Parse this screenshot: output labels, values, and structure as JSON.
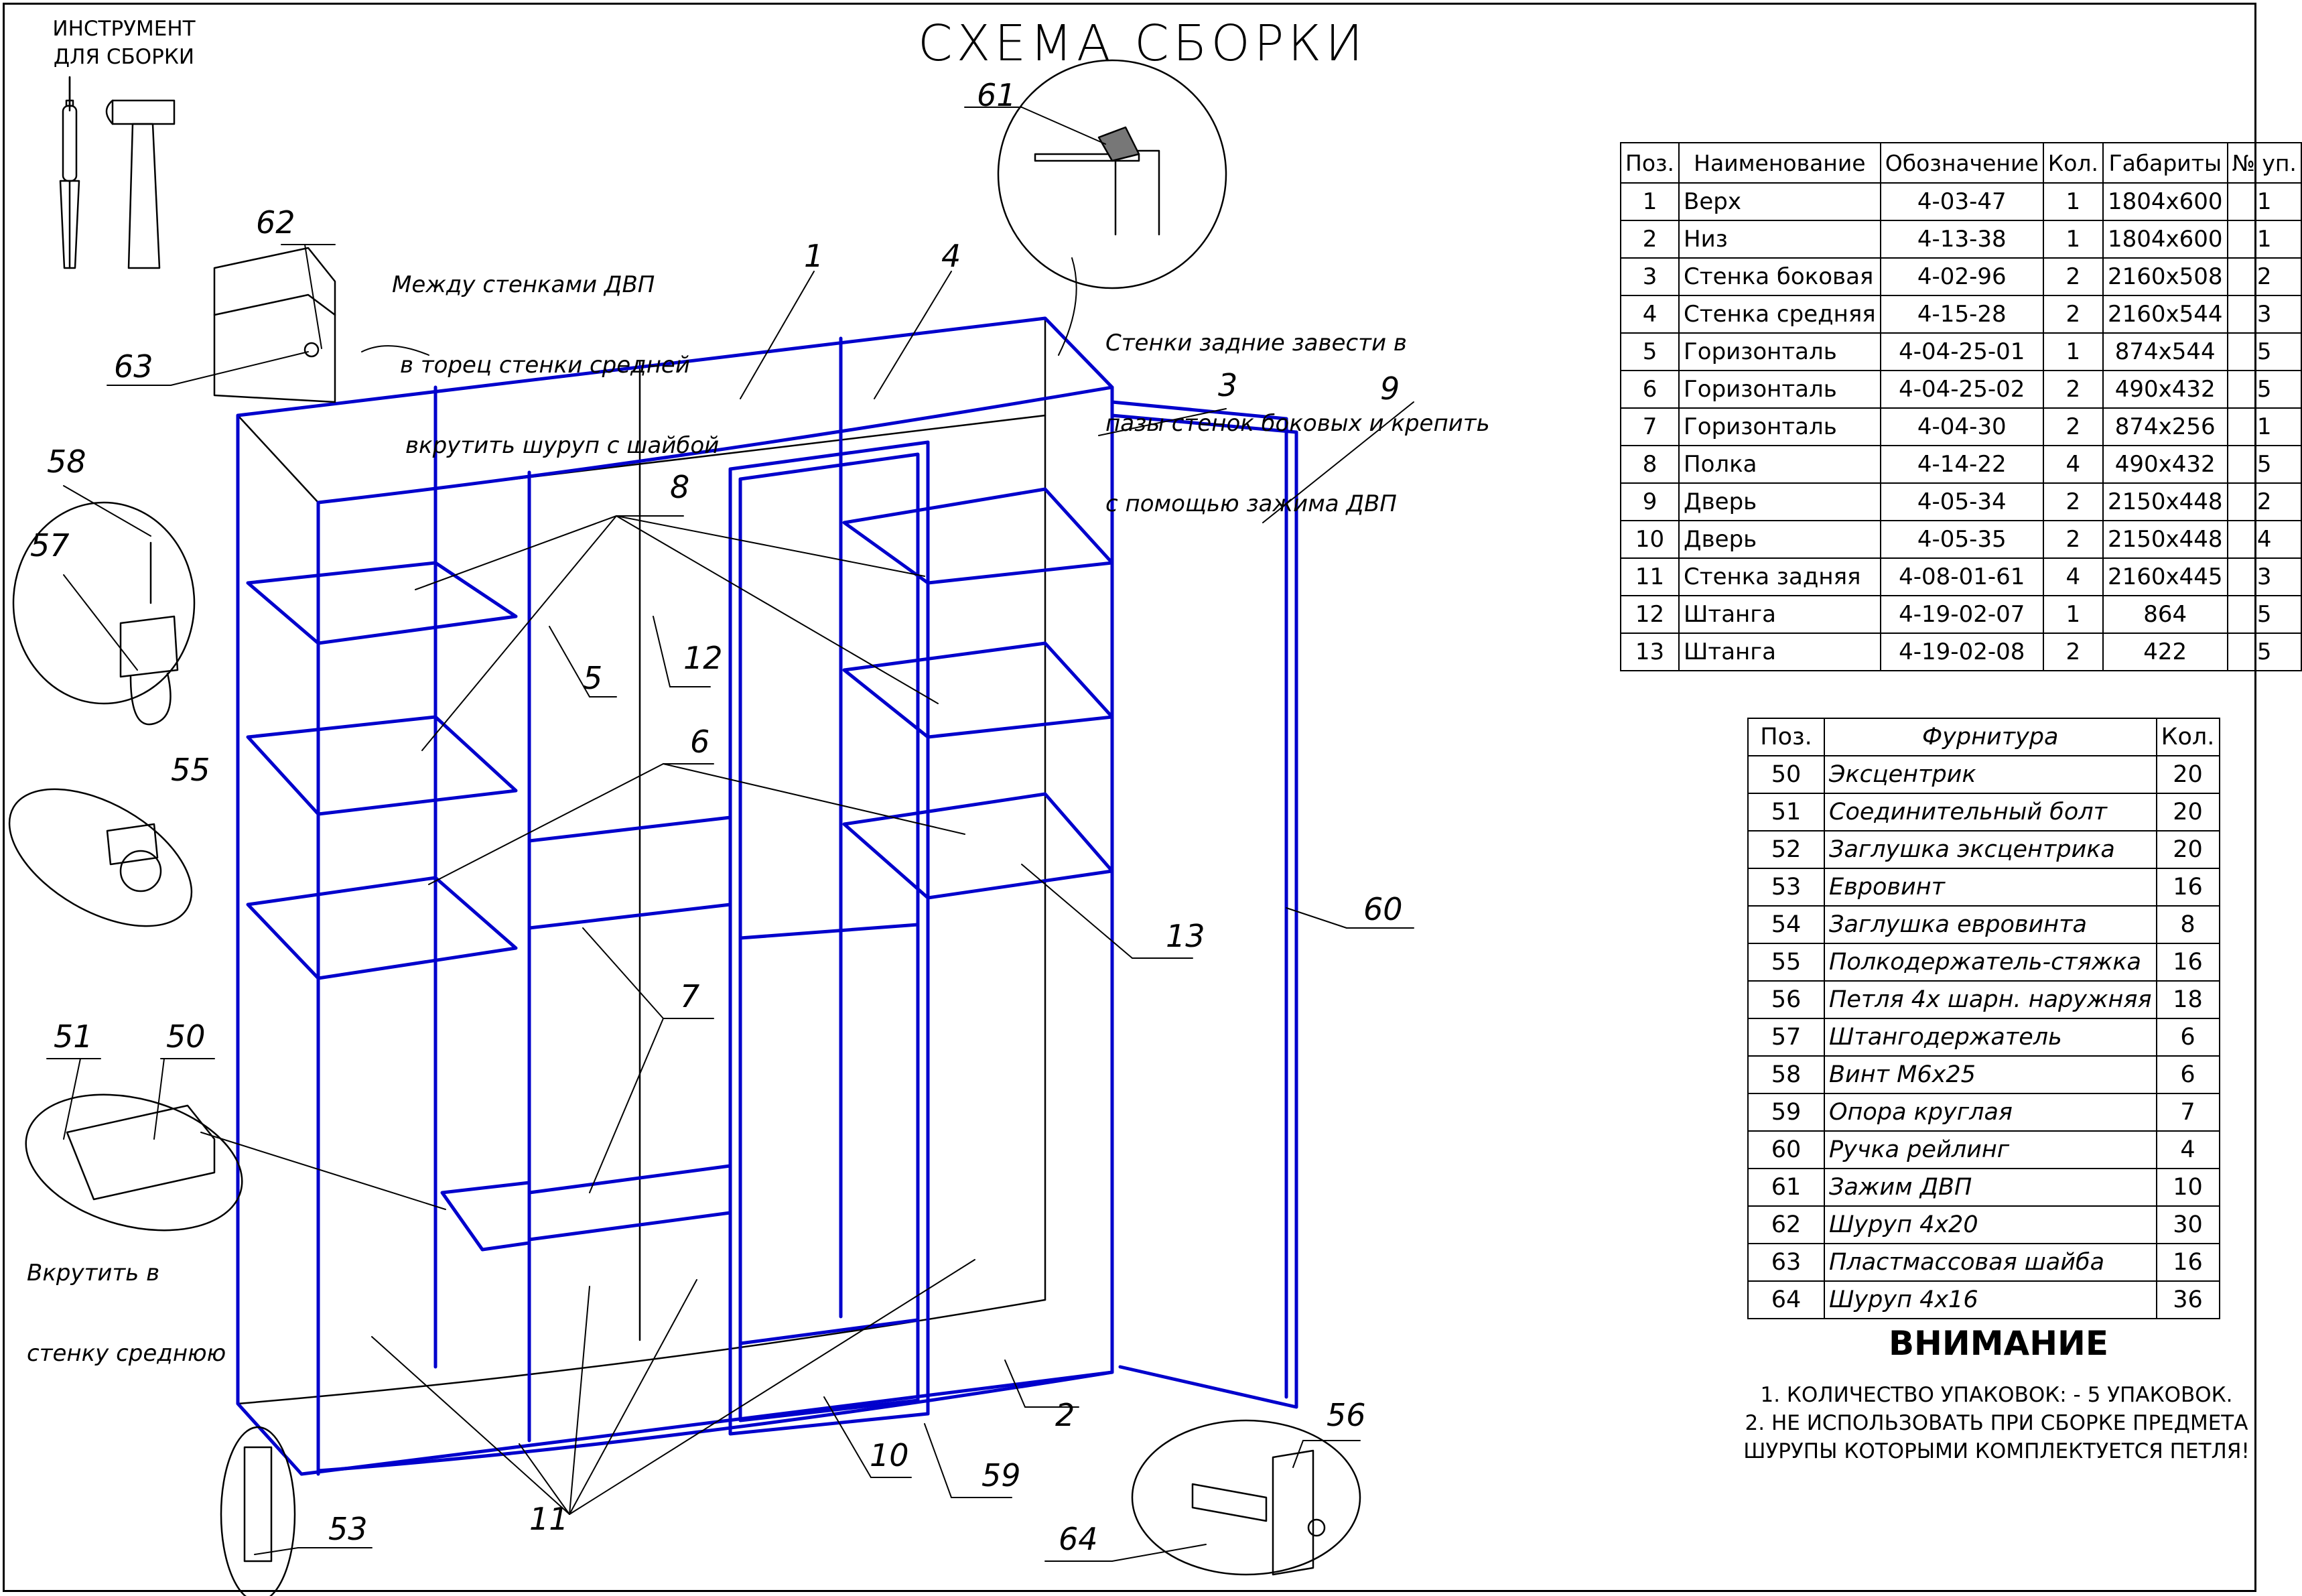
{
  "title": "СХЕМА СБОРКИ",
  "tools": {
    "label_line1": "ИНСТРУМЕНТ",
    "label_line2": "ДЛЯ СБОРКИ"
  },
  "notes": {
    "dvp_top_line1": "Между стенками ДВП",
    "dvp_top_line2": "в торец стенки средней",
    "dvp_top_line3": "вкрутить шуруп с шайбой",
    "back_walls_line1": "Стенки задние завести в",
    "back_walls_line2": "пазы стенок боковых и крепить",
    "back_walls_line3": "с помощью зажима ДВП",
    "screw_line1": "Вкрутить в",
    "screw_line2": "стенку среднюю"
  },
  "callouts": [
    "61",
    "62",
    "63",
    "1",
    "4",
    "3",
    "9",
    "58",
    "57",
    "8",
    "5",
    "12",
    "6",
    "55",
    "13",
    "60",
    "7",
    "51",
    "50",
    "11",
    "10",
    "2",
    "59",
    "56",
    "64",
    "53"
  ],
  "parts_table": {
    "headers": [
      "Поз.",
      "Наименование",
      "Обозначение",
      "Кол.",
      "Габариты",
      "№ уп."
    ],
    "rows": [
      [
        "1",
        "Верх",
        "4-03-47",
        "1",
        "1804х600",
        "1"
      ],
      [
        "2",
        "Низ",
        "4-13-38",
        "1",
        "1804х600",
        "1"
      ],
      [
        "3",
        "Стенка боковая",
        "4-02-96",
        "2",
        "2160х508",
        "2"
      ],
      [
        "4",
        "Стенка средняя",
        "4-15-28",
        "2",
        "2160х544",
        "3"
      ],
      [
        "5",
        "Горизонталь",
        "4-04-25-01",
        "1",
        "874х544",
        "5"
      ],
      [
        "6",
        "Горизонталь",
        "4-04-25-02",
        "2",
        "490х432",
        "5"
      ],
      [
        "7",
        "Горизонталь",
        "4-04-30",
        "2",
        "874х256",
        "1"
      ],
      [
        "8",
        "Полка",
        "4-14-22",
        "4",
        "490х432",
        "5"
      ],
      [
        "9",
        "Дверь",
        "4-05-34",
        "2",
        "2150х448",
        "2"
      ],
      [
        "10",
        "Дверь",
        "4-05-35",
        "2",
        "2150х448",
        "4"
      ],
      [
        "11",
        "Стенка задняя",
        "4-08-01-61",
        "4",
        "2160х445",
        "3"
      ],
      [
        "12",
        "Штанга",
        "4-19-02-07",
        "1",
        "864",
        "5"
      ],
      [
        "13",
        "Штанга",
        "4-19-02-08",
        "2",
        "422",
        "5"
      ]
    ]
  },
  "hardware_table": {
    "headers": [
      "Поз.",
      "Фурнитура",
      "Кол."
    ],
    "rows": [
      [
        "50",
        "Эксцентрик",
        "20"
      ],
      [
        "51",
        "Соединительный болт",
        "20"
      ],
      [
        "52",
        "Заглушка эксцентрика",
        "20"
      ],
      [
        "53",
        "Евровинт",
        "16"
      ],
      [
        "54",
        "Заглушка евровинта",
        "8"
      ],
      [
        "55",
        "Полкодержатель-стяжка",
        "16"
      ],
      [
        "56",
        "Петля 4х шарн. наружняя",
        "18"
      ],
      [
        "57",
        "Штангодержатель",
        "6"
      ],
      [
        "58",
        "Винт М6х25",
        "6"
      ],
      [
        "59",
        "Опора круглая",
        "7"
      ],
      [
        "60",
        "Ручка рейлинг",
        "4"
      ],
      [
        "61",
        "Зажим ДВП",
        "10"
      ],
      [
        "62",
        "Шуруп 4х20",
        "30"
      ],
      [
        "63",
        "Пластмассовая шайба",
        "16"
      ],
      [
        "64",
        "Шуруп 4х16",
        "36"
      ]
    ]
  },
  "attention": {
    "heading": "ВНИМАНИЕ",
    "line1": "1. КОЛИЧЕСТВО УПАКОВОК:  - 5 УПАКОВОК.",
    "line2": "2.  НЕ ИСПОЛЬЗОВАТЬ ПРИ СБОРКЕ ПРЕДМЕТА",
    "line3": "ШУРУПЫ КОТОРЫМИ КОМПЛЕКТУЕТСЯ ПЕТЛЯ!"
  },
  "colors": {
    "highlight": "#0000cc",
    "line": "#000000"
  }
}
